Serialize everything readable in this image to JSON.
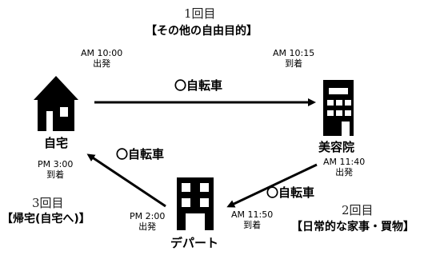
{
  "trips": [
    {
      "count": "1回目",
      "purpose": "【その他の自由目的】",
      "depart_time": "AM 10:00",
      "depart_label": "出発",
      "arrive_time": "AM 10:15",
      "arrive_label": "到着",
      "mode": "〇自転車"
    },
    {
      "count": "2回目",
      "purpose": "【日常的な家事・買物】",
      "depart_time": "AM 11:40",
      "depart_label": "出発",
      "arrive_time": "AM 11:50",
      "arrive_label": "到着",
      "mode": "〇自転車"
    },
    {
      "count": "3回目",
      "purpose": "【帰宅(自宅へ)】",
      "depart_time": "PM 2:00",
      "depart_label": "出発",
      "arrive_time": "PM 3:00",
      "arrive_label": "到着",
      "mode": "〇自転車"
    }
  ],
  "places": {
    "home": {
      "label": "自宅",
      "icon": "house-icon"
    },
    "salon": {
      "label": "美容院",
      "icon": "building-icon"
    },
    "store": {
      "label": "デパート",
      "icon": "department-store-icon"
    }
  }
}
